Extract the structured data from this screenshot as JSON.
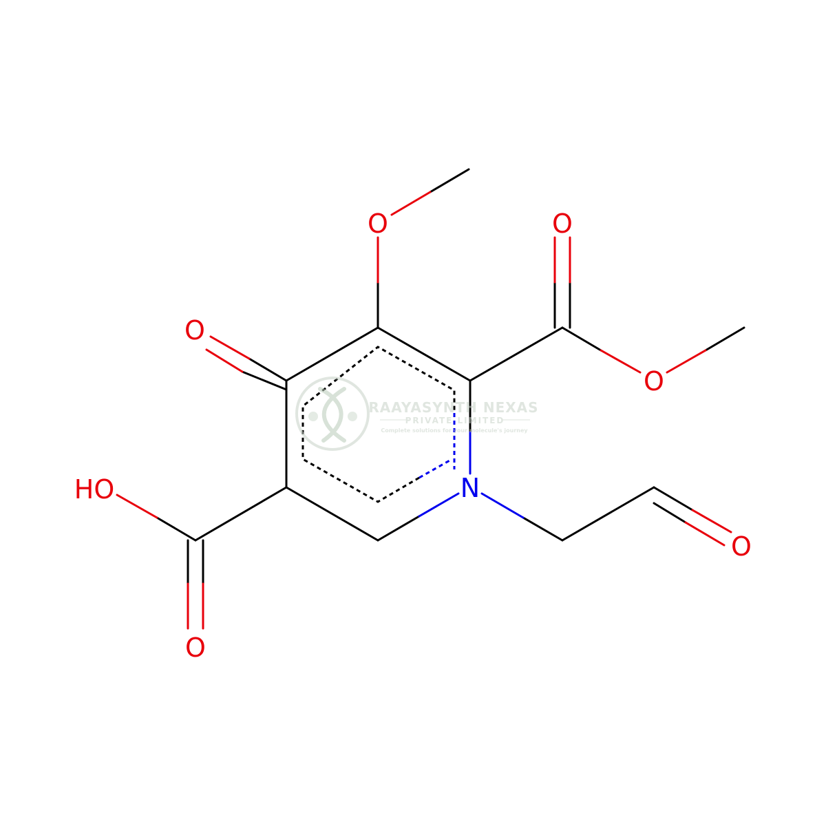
{
  "colors": {
    "carbon_bond": "#000000",
    "oxygen": "#e8000b",
    "nitrogen": "#0000ee",
    "watermark": "#c8d3c8"
  },
  "atoms": {
    "o_methoxy": "O",
    "o_ester_carbonyl": "O",
    "o_ester": "O",
    "o_ketone": "O",
    "oh_acid": "HO",
    "o_acid_carbonyl": "O",
    "n_ring": "N",
    "o_aldehyde": "O"
  },
  "watermark": {
    "name": "RAAYASYNTH NEXAS",
    "subtitle": "PRIVATE LIMITED",
    "tagline": "Complete solutions for your molecule's journey",
    "logo_icon": "dna-helix-icon"
  }
}
